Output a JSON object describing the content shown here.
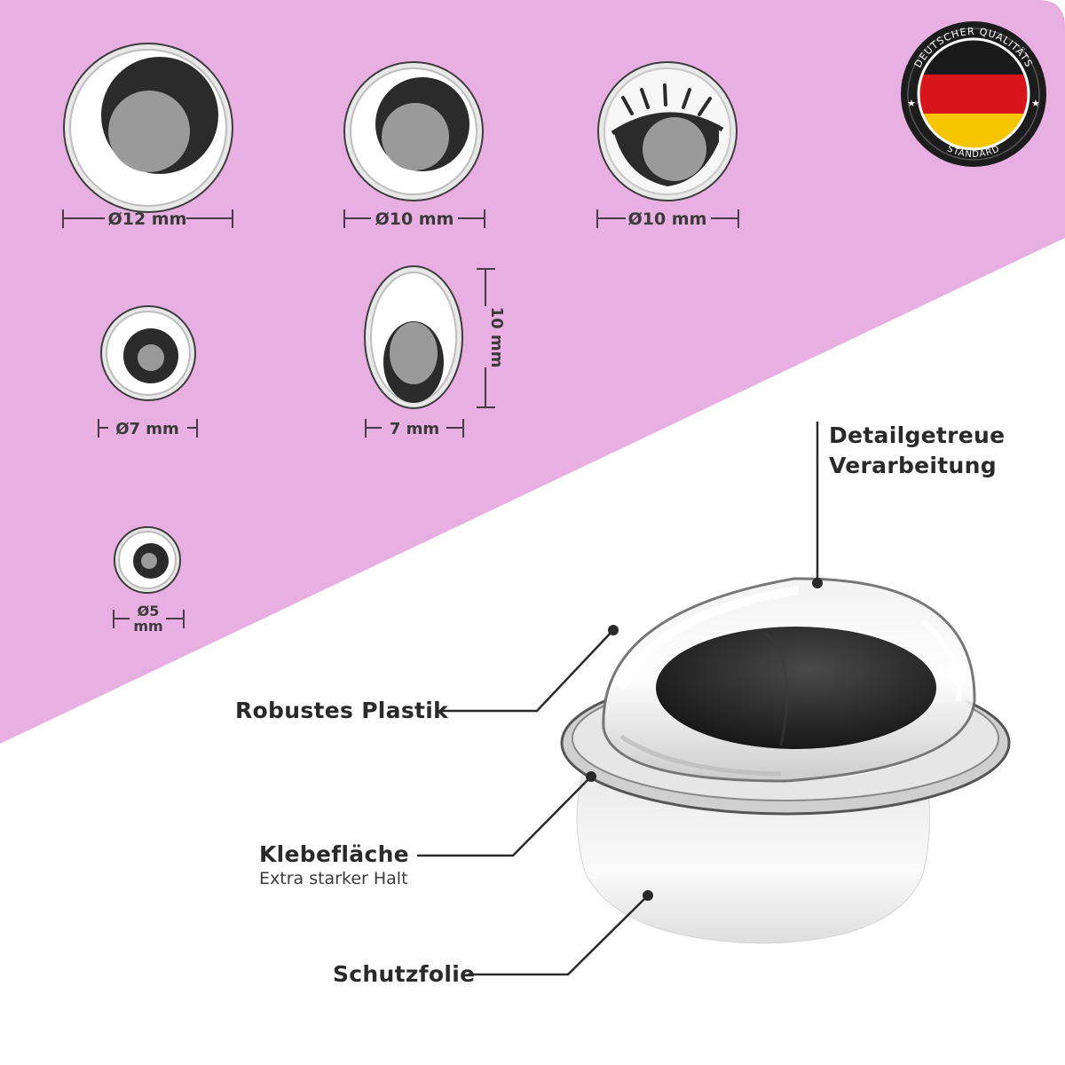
{
  "colors": {
    "pink_background": "#e8b0e2",
    "dimension_line": "#4a3a4a",
    "callout_line": "#2a2a2a",
    "flag_black": "#1a1a1a",
    "flag_red": "#d8151b",
    "flag_gold": "#f5c500"
  },
  "sizes": [
    {
      "name": "round-12",
      "label": "Ø12 mm"
    },
    {
      "name": "round-10",
      "label": "Ø10 mm"
    },
    {
      "name": "lashes-10",
      "label": "Ø10 mm"
    },
    {
      "name": "round-7",
      "label": "Ø7 mm"
    },
    {
      "name": "oval",
      "width_label": "7 mm",
      "height_label": "10 mm"
    },
    {
      "name": "round-5",
      "label_line1": "Ø5",
      "label_line2": "mm"
    }
  ],
  "badge": {
    "top_text": "DEUTSCHER QUALITÄTS",
    "bottom_text": "STANDARD",
    "icon": "german-flag-icon"
  },
  "callouts": {
    "detail_line1": "Detailgetreue",
    "detail_line2": "Verarbeitung",
    "plastic": "Robustes Plastik",
    "adhesive": "Klebefläche",
    "adhesive_sub": "Extra starker Halt",
    "film": "Schutzfolie"
  }
}
